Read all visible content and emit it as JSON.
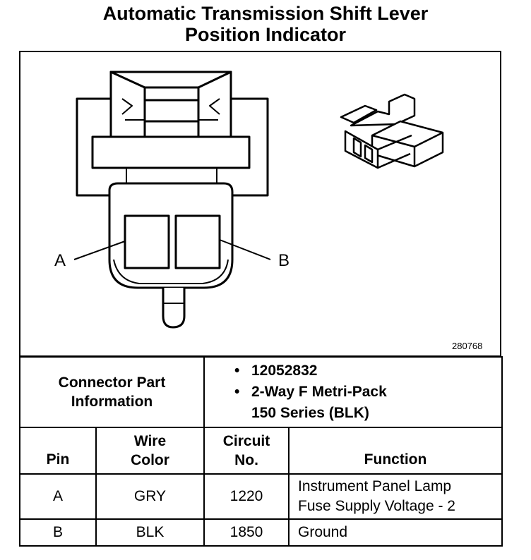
{
  "title": {
    "line1": "Automatic Transmission Shift Lever",
    "line2": "Position Indicator"
  },
  "figure": {
    "figure_id": "280768",
    "callout_a": "A",
    "callout_b": "B"
  },
  "connector_info": {
    "label_line1": "Connector Part",
    "label_line2": "Information",
    "bullet_symbol": "•",
    "part_number": "12052832",
    "type_line1": "2-Way F Metri-Pack",
    "type_line2": "150 Series (BLK)"
  },
  "table": {
    "headers": {
      "pin": "Pin",
      "wire_color_line1": "Wire",
      "wire_color_line2": "Color",
      "circuit_line1": "Circuit",
      "circuit_line2": "No.",
      "function": "Function"
    },
    "rows": [
      {
        "pin": "A",
        "wire_color": "GRY",
        "circuit": "1220",
        "function_line1": "Instrument Panel Lamp",
        "function_line2": "Fuse Supply Voltage - 2"
      },
      {
        "pin": "B",
        "wire_color": "BLK",
        "circuit": "1850",
        "function_line1": "Ground",
        "function_line2": ""
      }
    ]
  }
}
